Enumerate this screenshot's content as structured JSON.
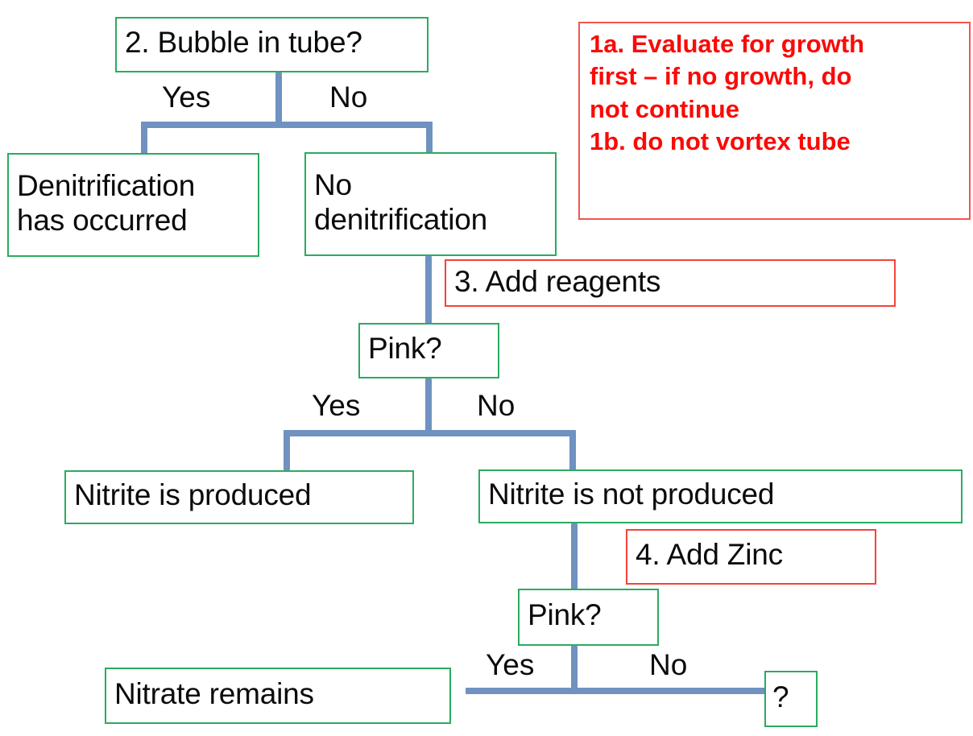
{
  "diagram": {
    "title": "Nitrate reduction test interpretation flowchart",
    "colors": {
      "node_border_green": "#2aab60",
      "node_border_red": "#f4433a",
      "connector_blue": "#6f92c0",
      "warning_text_red": "#fa0a07",
      "text_black": "#0b0b0b",
      "background": "#ffffff"
    },
    "nodes": {
      "bubble_question": {
        "text": "2. Bubble in tube?"
      },
      "denitrification_yes": {
        "line1": "Denitrification",
        "line2": "has occurred"
      },
      "denitrification_no": {
        "line1": "No",
        "line2": "denitrification"
      },
      "add_reagents": {
        "text": "3. Add reagents"
      },
      "pink_question_1": {
        "text": "Pink?"
      },
      "nitrite_produced": {
        "text": "Nitrite is produced"
      },
      "nitrite_not_produced": {
        "text": "Nitrite is not produced"
      },
      "add_zinc": {
        "text": "4. Add Zinc"
      },
      "pink_question_2": {
        "text": "Pink?"
      },
      "nitrate_remains": {
        "text": "Nitrate remains"
      },
      "unknown_result": {
        "text": "?"
      }
    },
    "branch_labels": {
      "bubble_yes": "Yes",
      "bubble_no": "No",
      "pink1_yes": "Yes",
      "pink1_no": "No",
      "pink2_yes": "Yes",
      "pink2_no": "No"
    },
    "warning": {
      "line1": "1a. Evaluate for growth",
      "line2": "first – if no growth, do",
      "line3": "not continue",
      "line4": "1b. do not vortex tube"
    }
  }
}
